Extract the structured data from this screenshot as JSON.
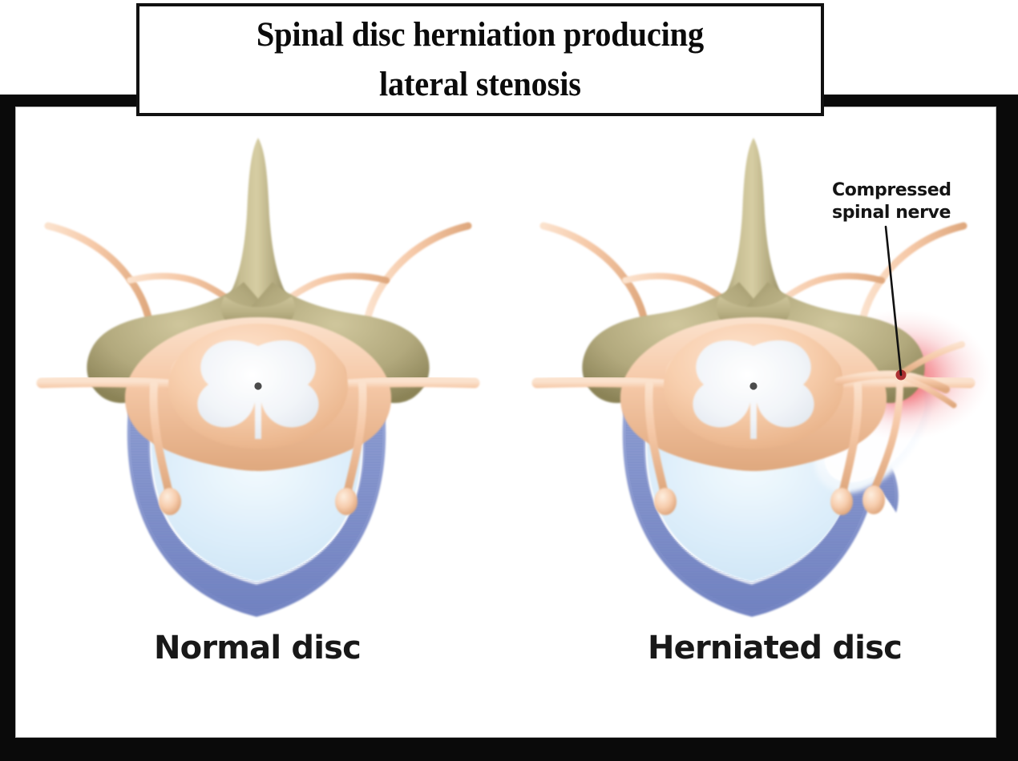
{
  "poster": {
    "title": "Spinal disc herniation producing\nlateral stenosis",
    "frame_color": "#0a0a0a",
    "panel_background": "#ffffff"
  },
  "callouts": [
    {
      "id": "compressed-spinal-nerve",
      "text": "Compressed\nspinal nerve",
      "leader_line_color": "#111111"
    }
  ],
  "panels": [
    {
      "id": "normal",
      "caption": "Normal disc",
      "state": "normal"
    },
    {
      "id": "herniated",
      "caption": "Herniated disc",
      "state": "herniated"
    }
  ],
  "anatomy": {
    "labels": {
      "spinous_process": "spinous-process",
      "lamina": "lamina",
      "transverse_process": "transverse-process",
      "spinal_cord": "spinal-cord",
      "grey_matter": "grey-matter-butterfly",
      "central_canal": "central-canal",
      "dorsal_root_ganglion": "dorsal-root-ganglion",
      "nerve_root": "nerve-root",
      "annulus_fibrosus": "annulus-fibrosus",
      "nucleus_pulposus": "nucleus-pulposus",
      "herniation": "disc-herniation",
      "inflammation": "nerve-inflammation-glow"
    },
    "colors": {
      "bone_light": "#d2c9a0",
      "bone_mid": "#bdb488",
      "bone_dark": "#948c64",
      "nerve_light": "#f9d9c0",
      "nerve_mid": "#f5c7a6",
      "nerve_dark": "#e0a87f",
      "cord_fill": "#f7cdab",
      "grey_matter": "#eef2f6",
      "central_canal": "#555555",
      "annulus_band": "#8b9bd0",
      "annulus_dark": "#6f81bd",
      "nucleus": "#ddeefa",
      "inflammation": "#e8404a",
      "herniation_pale": "#fdfdff"
    }
  }
}
